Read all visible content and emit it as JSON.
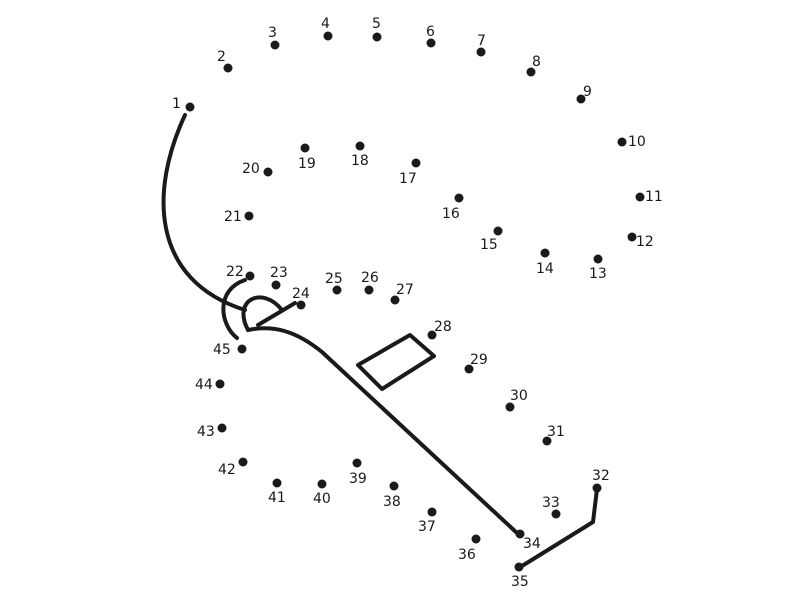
{
  "puzzle": {
    "type": "connect-the-dots",
    "dot_color": "#1a1a1a",
    "line_color": "#1a1a1a",
    "background_color": "#ffffff",
    "dots": [
      {
        "label": "1"
      },
      {
        "label": "2"
      },
      {
        "label": "3"
      },
      {
        "label": "4"
      },
      {
        "label": "5"
      },
      {
        "label": "6"
      },
      {
        "label": "7"
      },
      {
        "label": "8"
      },
      {
        "label": "9"
      },
      {
        "label": "10"
      },
      {
        "label": "11"
      },
      {
        "label": "12"
      },
      {
        "label": "13"
      },
      {
        "label": "14"
      },
      {
        "label": "15"
      },
      {
        "label": "16"
      },
      {
        "label": "17"
      },
      {
        "label": "18"
      },
      {
        "label": "19"
      },
      {
        "label": "20"
      },
      {
        "label": "21"
      },
      {
        "label": "22"
      },
      {
        "label": "23"
      },
      {
        "label": "24"
      },
      {
        "label": "25"
      },
      {
        "label": "26"
      },
      {
        "label": "27"
      },
      {
        "label": "28"
      },
      {
        "label": "29"
      },
      {
        "label": "30"
      },
      {
        "label": "31"
      },
      {
        "label": "32"
      },
      {
        "label": "33"
      },
      {
        "label": "34"
      },
      {
        "label": "35"
      },
      {
        "label": "36"
      },
      {
        "label": "37"
      },
      {
        "label": "38"
      },
      {
        "label": "39"
      },
      {
        "label": "40"
      },
      {
        "label": "41"
      },
      {
        "label": "42"
      },
      {
        "label": "43"
      },
      {
        "label": "44"
      },
      {
        "label": "45"
      }
    ],
    "pre_drawn_strokes": [
      "cable",
      "ear-hook",
      "boom-arm",
      "microphone-tip",
      "ear-cushion-slot"
    ]
  }
}
